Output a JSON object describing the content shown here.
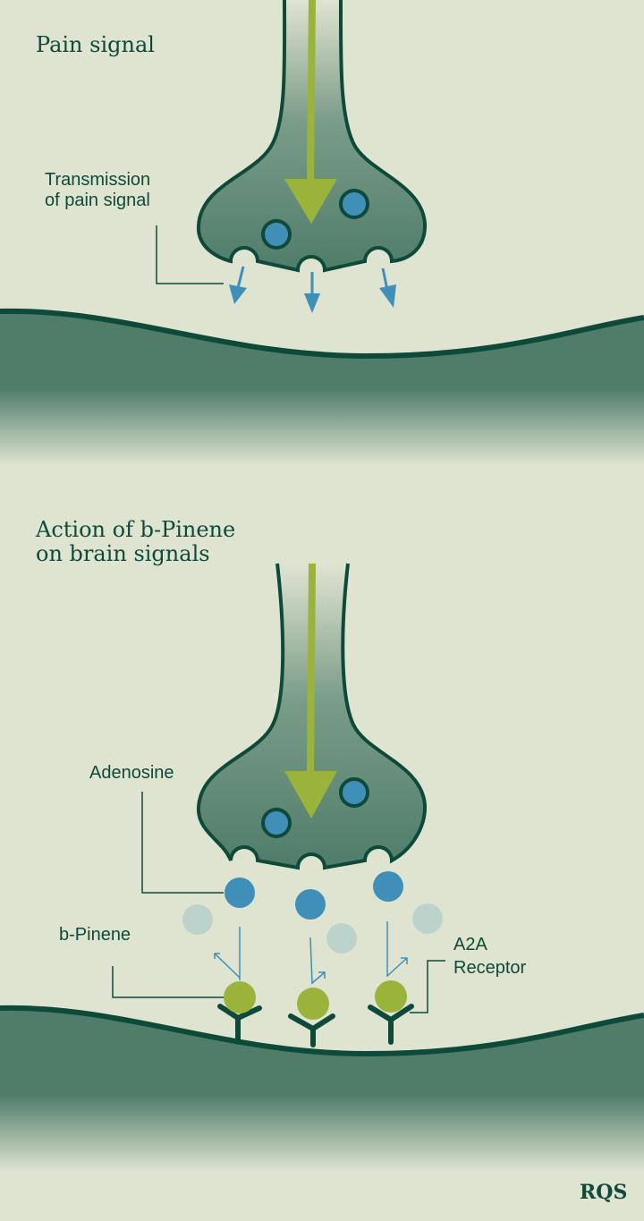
{
  "panel_top": {
    "title": "Pain signal",
    "label_line1": "Transmission",
    "label_line2": "of pain signal"
  },
  "panel_bottom": {
    "title_line1": "Action of b-Pinene",
    "title_line2": "on brain signals",
    "adenosine_label": "Adenosine",
    "pinene_label": "b-Pinene",
    "receptor_line1": "A2A",
    "receptor_line2": "Receptor"
  },
  "logo": "RQS",
  "colors": {
    "background": "#dfe4d1",
    "neuron": "#4f7d6a",
    "outline": "#0e4a3a",
    "signal_arrow": "#9ab33a",
    "adenosine": "#3f8fb8",
    "pinene": "#9ab33a",
    "faded_molecule": "#bcd3cc"
  }
}
